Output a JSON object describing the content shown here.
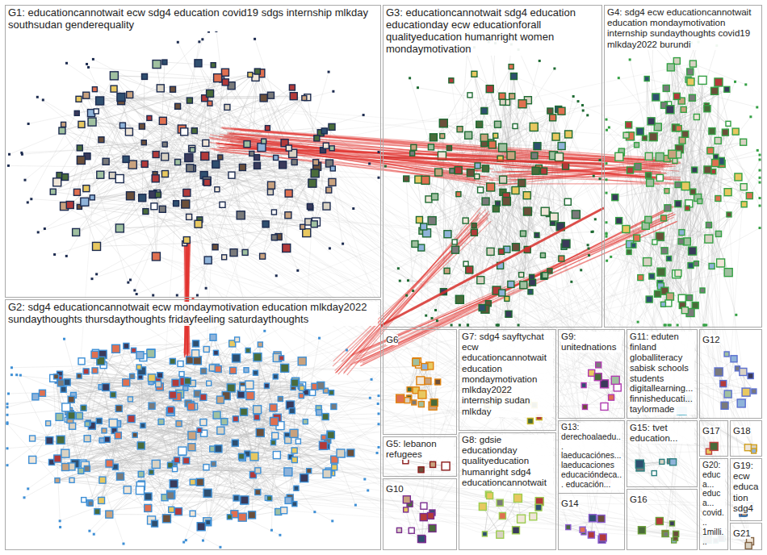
{
  "diagram": {
    "nodes": [
      {
        "text": [
          "G1: educationcannotwait ecw sdg4 education covid19 sdgs internship mlkday southsudan genderequality"
        ]
      },
      {
        "text": [
          "G2: sdg4 educationcannotwait ecw mondaymotivation education mlkday2022 sundaythoughts thursdaythoughts fridayfeeling saturdaythoughts"
        ]
      },
      {
        "text": [
          "G3: educationcannotwait sdg4 education educationday ecw educationforall qualityeducation humanright women mondaymotivation"
        ]
      },
      {
        "text": [
          "G4: sdg4 ecw educationcannotwait education mondaymotivation internship sundaythoughts covid19 mlkday2022 burundi"
        ]
      },
      {
        "text": [
          "G5: lebanon refugees"
        ]
      },
      {
        "text": [
          "G6"
        ]
      },
      {
        "text": [
          "G7: sdg4 sayftychat ecw educationcannotwait education mondaymotivation mlkday2022 internship sudan mlkday"
        ]
      },
      {
        "text": [
          "G8: gdsie educationday qualityeducation humanright sdg4 educationcannotwait"
        ]
      },
      {
        "text": [
          "G9: unitednations"
        ]
      },
      {
        "text": [
          "G10"
        ]
      },
      {
        "text": [
          "G11: eduten finland globalliteracy sabisk schools students digitallearning... finnisheducati... taylormade"
        ]
      },
      {
        "text": [
          "G12"
        ]
      },
      {
        "text": [
          "G13: derechoalaedu... laeducaciónes... laeducaciones educacióndeca... educación..."
        ]
      },
      {
        "text": [
          "G14"
        ]
      },
      {
        "text": [
          "G15: tvet education..."
        ]
      },
      {
        "text": [
          "G16"
        ]
      },
      {
        "text": [
          "G17"
        ]
      },
      {
        "text": [
          "G18"
        ]
      },
      {
        "text": [
          "G19: ecw education sdg4"
        ]
      },
      {
        "text": [
          "G20: educa... educa... covid... 1milli..."
        ]
      },
      {
        "text": [
          "G21"
        ]
      }
    ],
    "edges": [
      {
        "from": 0,
        "to": 1,
        "arrow": "none"
      },
      {
        "from": 0,
        "to": 2,
        "arrow": "none"
      },
      {
        "from": 0,
        "to": 3,
        "arrow": "none"
      },
      {
        "from": 2,
        "to": 3,
        "arrow": "none"
      },
      {
        "from": 1,
        "to": 3,
        "arrow": "none"
      }
    ]
  }
}
